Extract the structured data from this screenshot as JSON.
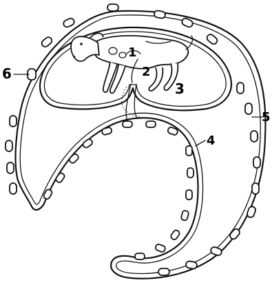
{
  "labels": {
    "l1": "1",
    "l2": "2",
    "l3": "3",
    "l4": "4",
    "l5": "5",
    "l6": "6"
  },
  "colors": {
    "line": "#111111",
    "background": "#ffffff"
  }
}
